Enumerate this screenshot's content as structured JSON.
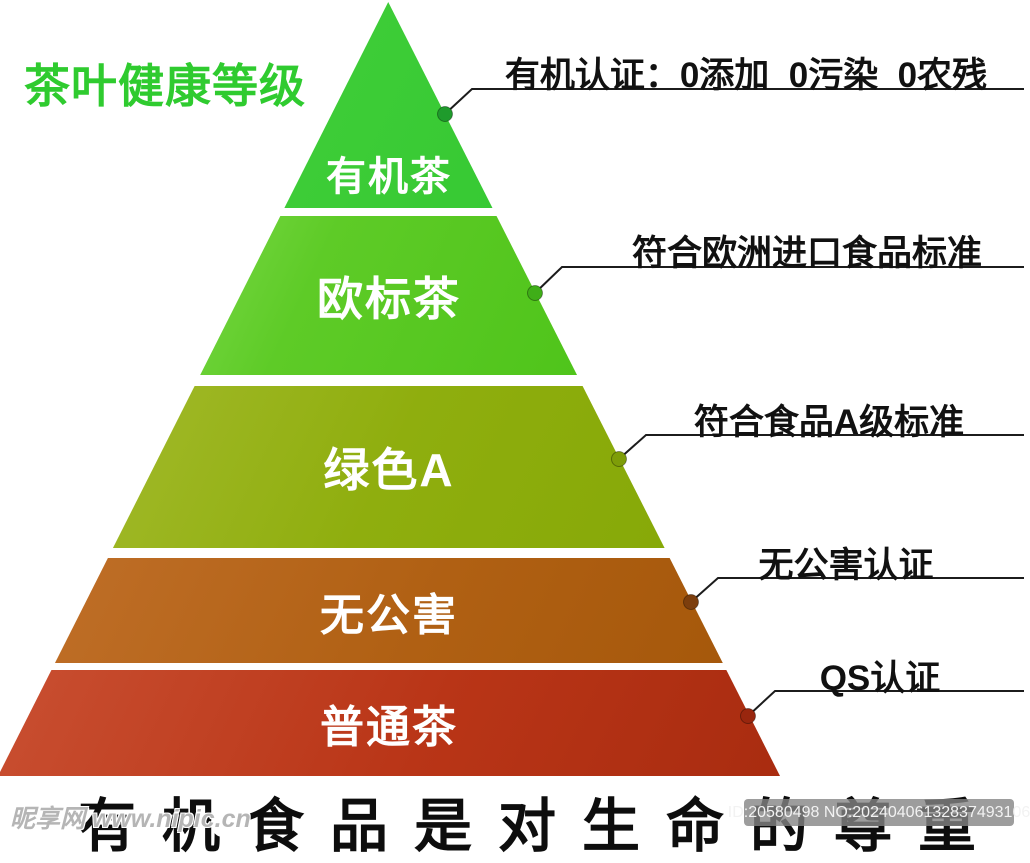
{
  "title": "茶叶健康等级",
  "title_color": "#2fcb2f",
  "pyramid": {
    "levels": [
      {
        "label": "有机茶",
        "callout": "有机认证：0添加  0污染  0农残",
        "band_color_from": "#49d23e",
        "band_color_to": "#2ec52e",
        "dot_color": "#1f9b2c"
      },
      {
        "label": "欧标茶",
        "callout": "符合欧洲进口食品标准",
        "band_color_from": "#9be96c",
        "band_color_to": "#46c013",
        "dot_color": "#3fae18"
      },
      {
        "label": "绿色A",
        "callout": "符合食品A级标准",
        "band_color_from": "#a8bd33",
        "band_color_to": "#84a706",
        "dot_color": "#7e9d08"
      },
      {
        "label": "无公害",
        "callout": "无公害认证",
        "band_color_from": "#c1702a",
        "band_color_to": "#a4570a",
        "dot_color": "#7c3e0d"
      },
      {
        "label": "普通茶",
        "callout": "QS认证",
        "band_color_from": "#c94f31",
        "band_color_to": "#a92c10",
        "dot_color": "#99260e"
      }
    ],
    "line_color": "#1c1c1c",
    "label_text_color": "#ffffff"
  },
  "footer": {
    "slogan": "有机食品是对生命的尊重"
  },
  "watermarks": {
    "site": "昵享网 www.nipic.cn",
    "id_text": "ID:20580498 NO:20240406132837493106"
  }
}
